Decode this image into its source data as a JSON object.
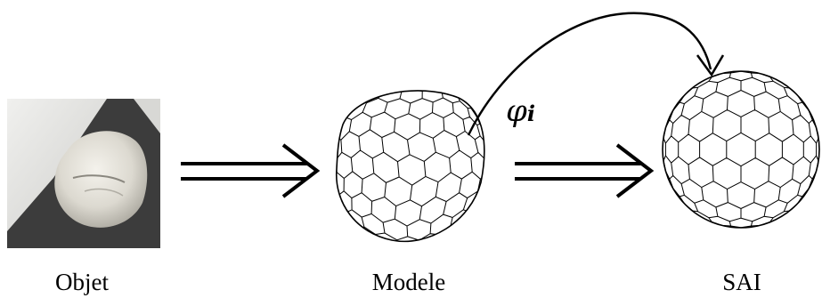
{
  "labels": {
    "objet": "Objet",
    "modele": "Modele",
    "sai": "SAI",
    "map_symbol": "φ",
    "map_index": "i"
  },
  "colors": {
    "ink": "#000000",
    "background": "#ffffff",
    "photo_dark": "#3a3a3a",
    "photo_light": "#e8e8e4"
  },
  "icons": {
    "photo": "object-photo",
    "deformed_mesh": "deformed-hex-mesh-icon",
    "sphere_mesh": "spherical-hex-mesh-icon",
    "implies_arrow": "double-arrow-icon",
    "mapping_arrow": "curved-arrow-icon"
  }
}
